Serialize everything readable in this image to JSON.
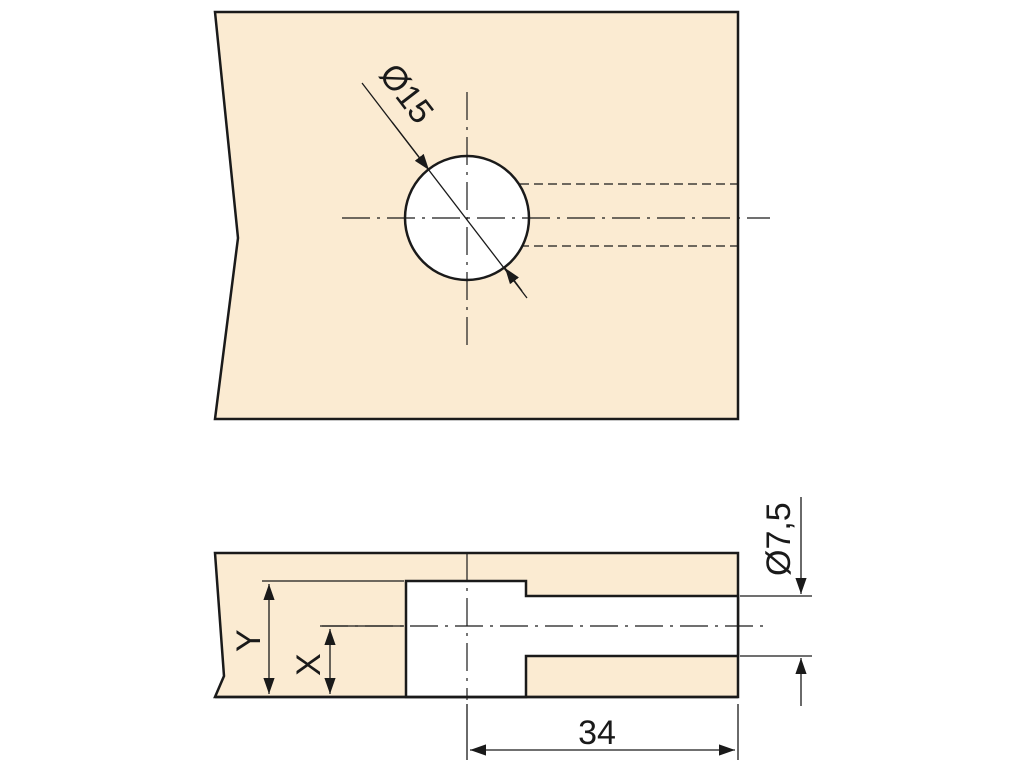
{
  "labels": {
    "top_hole_diameter": "Ø15",
    "pin_diameter": "Ø7,5",
    "dim_y": "Y",
    "dim_x": "X",
    "depth": "34"
  },
  "colors": {
    "material": "#fbebd2",
    "hole": "#ffffff",
    "line": "#1a1a1a"
  }
}
